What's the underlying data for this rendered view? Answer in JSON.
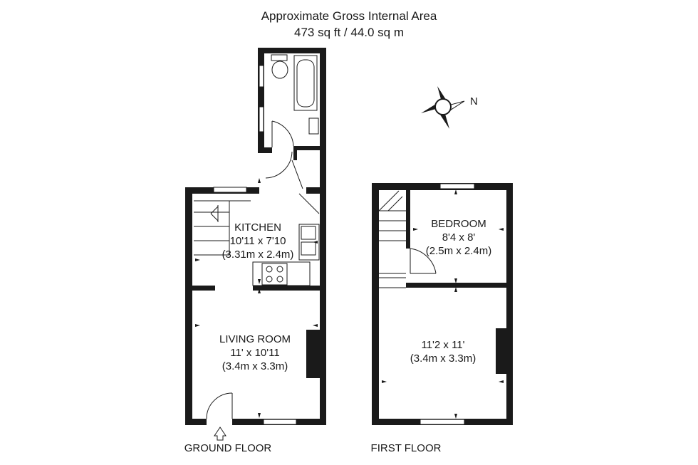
{
  "header": {
    "title": "Approximate Gross Internal Area",
    "area": "473 sq ft / 44.0 sq m"
  },
  "compass": {
    "label": "N"
  },
  "ground_floor": {
    "label": "GROUND FLOOR",
    "kitchen": {
      "name": "KITCHEN",
      "imperial": "10'11 x 7'10",
      "metric": "(3.31m x 2.4m)"
    },
    "living": {
      "name": "LIVING ROOM",
      "imperial": "11' x 10'11",
      "metric": "(3.4m x 3.3m)"
    }
  },
  "first_floor": {
    "label": "FIRST FLOOR",
    "bedroom": {
      "name": "BEDROOM",
      "imperial": "8'4 x 8'",
      "metric": "(2.5m x 2.4m)"
    },
    "room": {
      "imperial": "11'2 x 11'",
      "metric": "(3.4m x 3.3m)"
    }
  }
}
